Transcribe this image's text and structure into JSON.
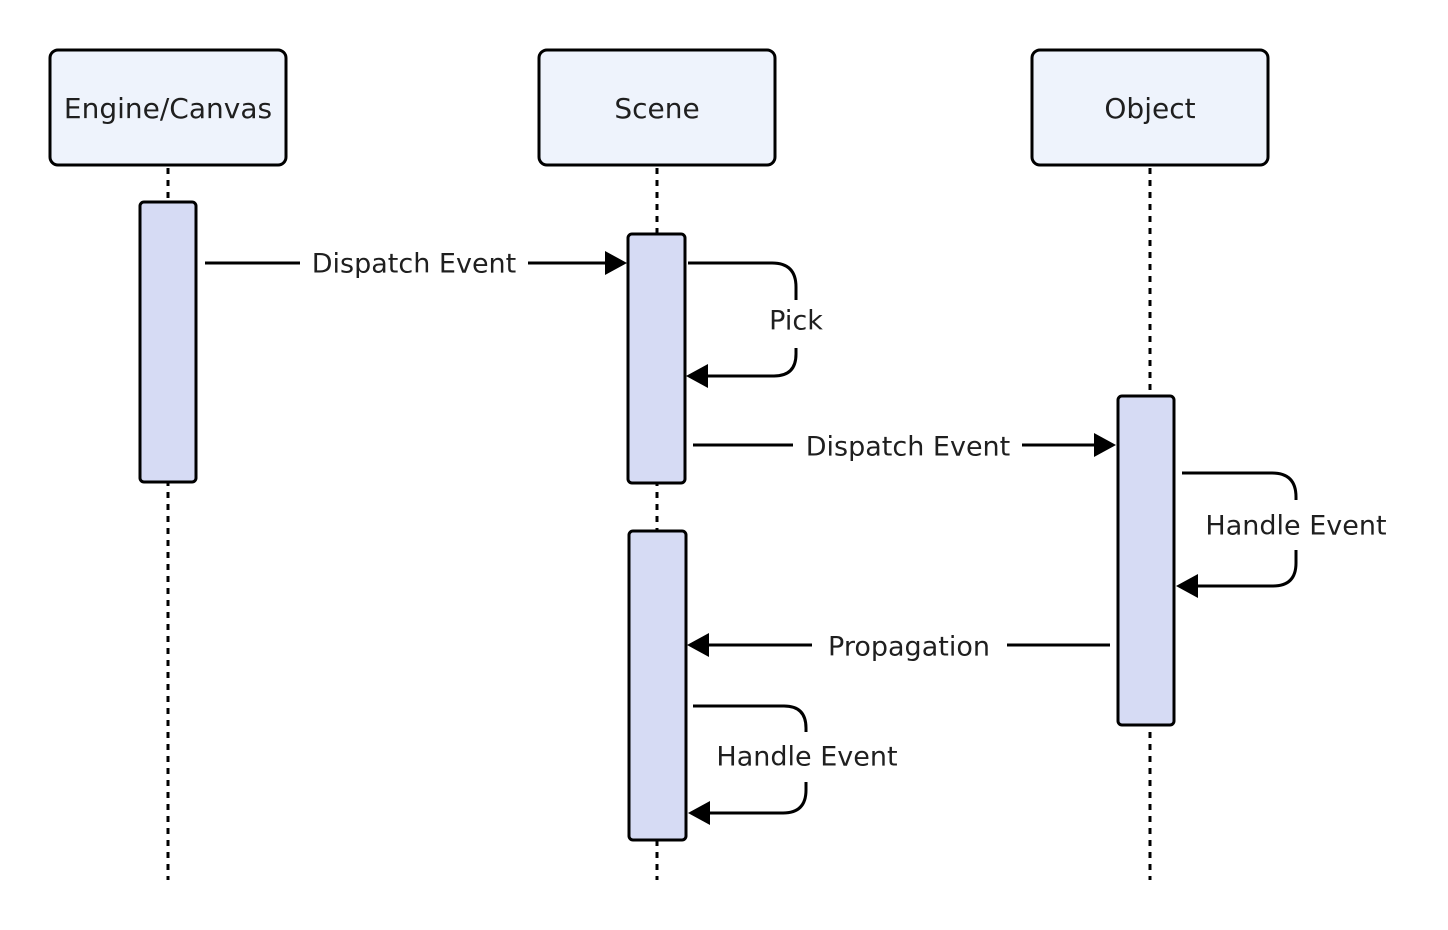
{
  "participants": [
    {
      "id": "engine",
      "label": "Engine/Canvas"
    },
    {
      "id": "scene",
      "label": "Scene"
    },
    {
      "id": "object",
      "label": "Object"
    }
  ],
  "messages": [
    {
      "id": "dispatch-event-1",
      "label": "Dispatch Event",
      "from": "engine",
      "to": "scene",
      "kind": "call"
    },
    {
      "id": "pick",
      "label": "Pick",
      "from": "scene",
      "to": "scene",
      "kind": "self"
    },
    {
      "id": "dispatch-event-2",
      "label": "Dispatch Event",
      "from": "scene",
      "to": "object",
      "kind": "call"
    },
    {
      "id": "handle-event-object",
      "label": "Handle Event",
      "from": "object",
      "to": "object",
      "kind": "self"
    },
    {
      "id": "propagation",
      "label": "Propagation",
      "from": "object",
      "to": "scene",
      "kind": "return"
    },
    {
      "id": "handle-event-scene",
      "label": "Handle Event",
      "from": "scene",
      "to": "scene",
      "kind": "self"
    }
  ],
  "colors": {
    "participant_fill": "#eef3fc",
    "activation_fill": "#d6dbf4",
    "line": "#000000",
    "text": "#1f1f1f"
  }
}
